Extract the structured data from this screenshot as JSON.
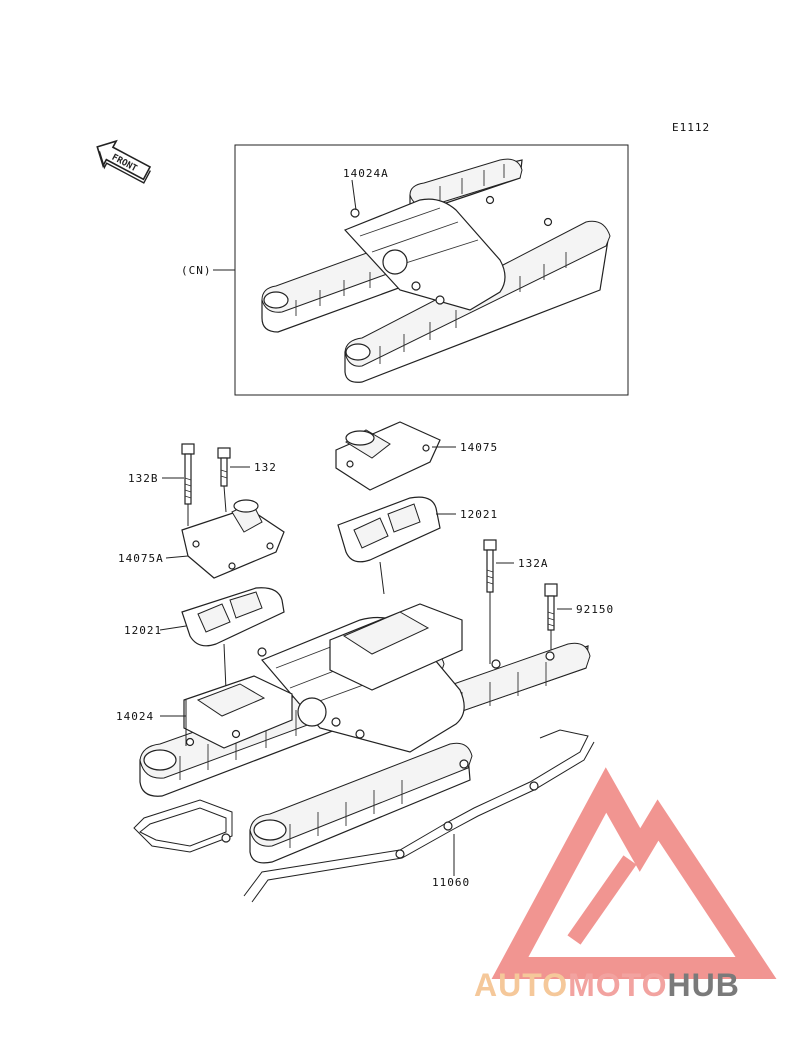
{
  "diagram": {
    "code": "E1112",
    "front_label": "FRONT",
    "cn_label": "(CN)",
    "parts": {
      "p14024A": "14024A",
      "p14075": "14075",
      "p132B": "132B",
      "p132": "132",
      "p12021_top": "12021",
      "p14075A": "14075A",
      "p132A": "132A",
      "p92150": "92150",
      "p12021_left": "12021",
      "p14024": "14024",
      "p11060": "11060"
    }
  },
  "watermark": {
    "part1": "AUTO",
    "part2": "MOTO",
    "part3": "HUB",
    "colors": {
      "auto": "#f5c89a",
      "moto": "#f2a3a0",
      "hub": "#7a7a7a",
      "logo": "#f08a86"
    }
  }
}
